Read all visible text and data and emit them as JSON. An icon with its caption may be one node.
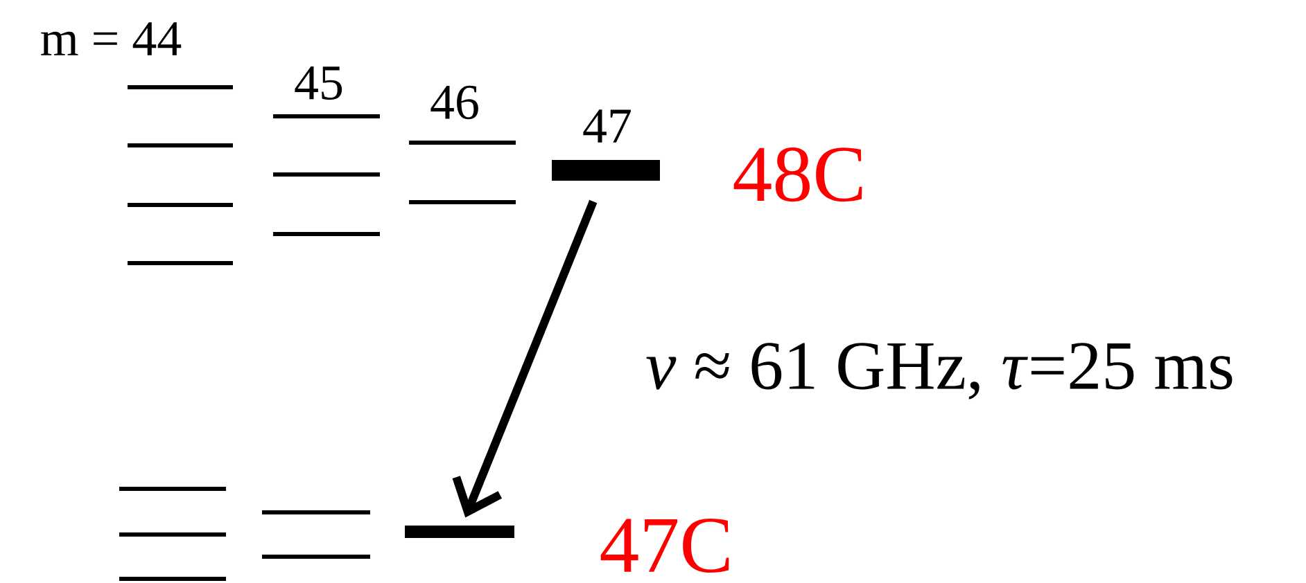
{
  "diagram": {
    "nodes": [
      {
        "text": [],
        "shape": "bar"
      },
      {
        "text": [],
        "shape": "bar"
      },
      {
        "text": [],
        "shape": "bar"
      },
      {
        "text": [],
        "shape": "bar"
      },
      {
        "text": [],
        "shape": "bar"
      },
      {
        "text": [],
        "shape": "bar"
      },
      {
        "text": [],
        "shape": "bar"
      },
      {
        "text": [],
        "shape": "bar"
      },
      {
        "text": [],
        "shape": "bar"
      },
      {
        "text": [],
        "shape": "bar",
        "beside": [
          "48C"
        ]
      },
      {
        "text": [],
        "shape": "bar"
      },
      {
        "text": [],
        "shape": "bar"
      },
      {
        "text": [],
        "shape": "bar"
      },
      {
        "text": [],
        "shape": "bar"
      },
      {
        "text": [],
        "shape": "bar"
      },
      {
        "text": [],
        "shape": "bar",
        "beside": [
          "47C"
        ]
      }
    ],
    "edges": [
      {
        "from": 9,
        "to": 15,
        "arrow": "to",
        "label": "*ν* ≈ 61 GHz, *τ*=25 ms"
      }
    ],
    "labels": [
      "m = 44",
      "45",
      "46",
      "47"
    ]
  }
}
